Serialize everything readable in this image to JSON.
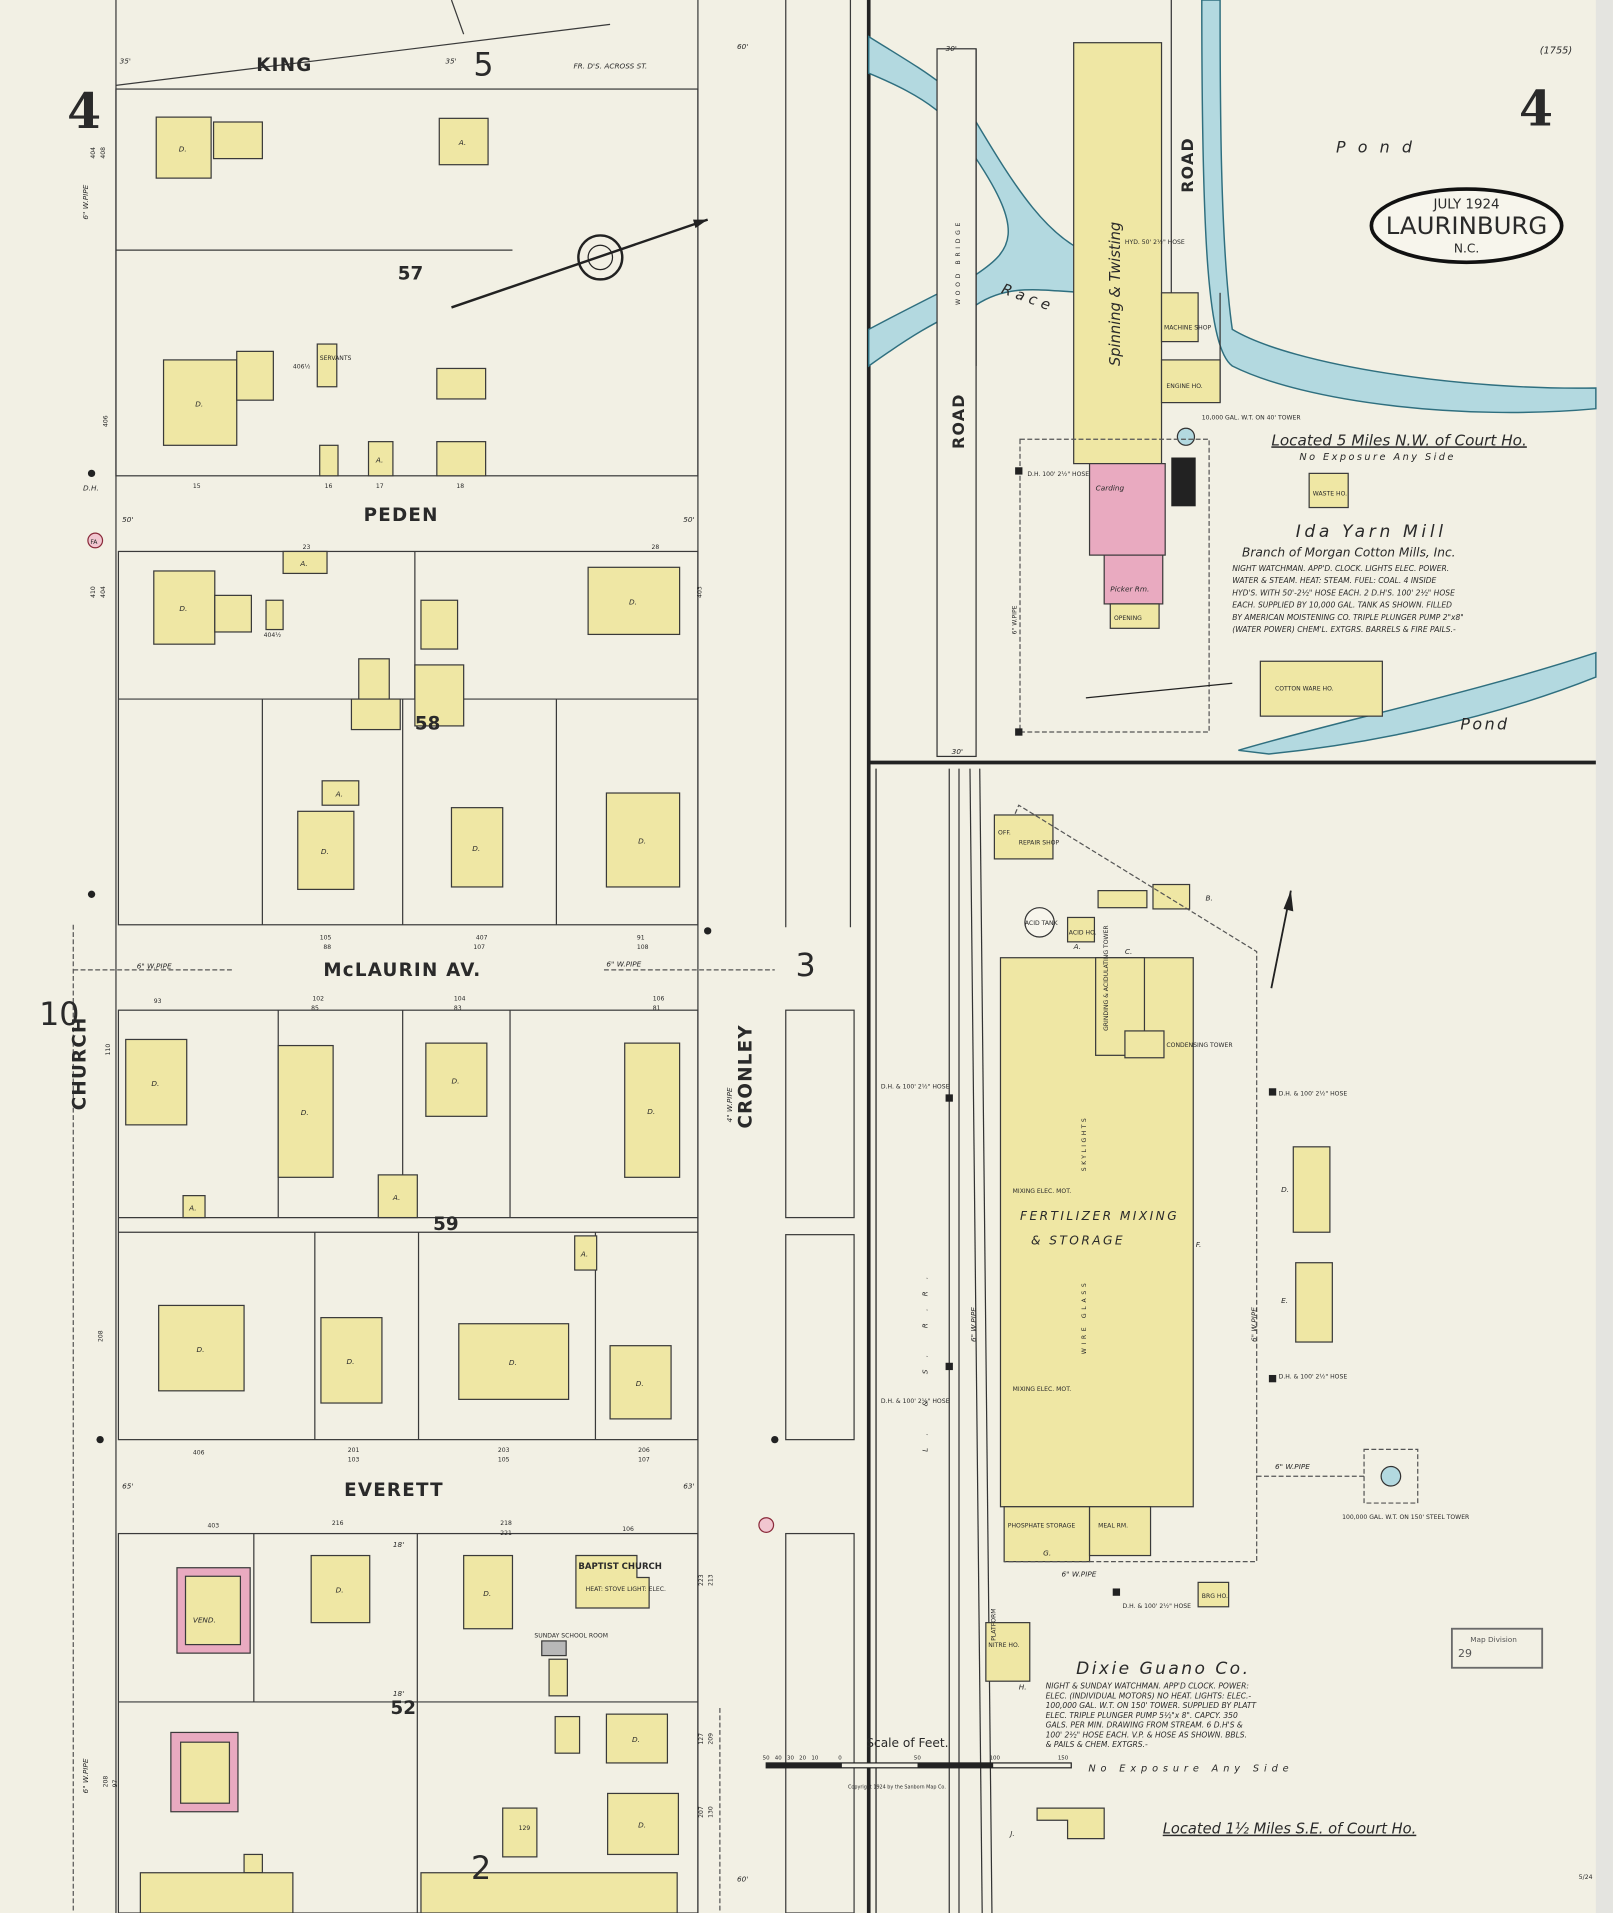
{
  "sheet": {
    "sheet_number": "4",
    "sheet_number_left": "4",
    "index_code": "(1755)",
    "date": "JULY 1924",
    "town": "LAURINBURG",
    "state": "N.C.",
    "corner_mark": "5/24",
    "stamp": {
      "line1": "Map Division",
      "line2": "29"
    }
  },
  "streets": {
    "king": "KING",
    "peden": "PEDEN",
    "mclaurin": "McLAURIN AV.",
    "everett": "EVERETT",
    "church": "CHURCH",
    "cronley": "CRONLEY",
    "road_top": "ROAD",
    "road_left": "ROAD",
    "wood_bridge": "WOOD BRIDGE",
    "race": "Race",
    "pond_top": "Pond",
    "pond_bottom": "Pond",
    "railroad": "L. & S. R.R."
  },
  "block_numbers": {
    "b57": "57",
    "b58": "58",
    "b59": "59",
    "b52": "52"
  },
  "adjoining_sheets": {
    "top": "5",
    "right": "3",
    "left": "10",
    "bottom": "2"
  },
  "street_widths": {
    "w60a": "60'",
    "w60b": "60'",
    "w50a": "50'",
    "w50b": "50'",
    "w35a": "35'",
    "w35b": "35'",
    "w65": "65'",
    "w63": "63'",
    "w30a": "30'",
    "w30b": "30'",
    "w18a": "18'",
    "w18b": "18'"
  },
  "pipes": {
    "p1": "6\" W.PIPE",
    "p2": "6\" W.PIPE",
    "p3": "6\" W.PIPE",
    "p4": "6\" W.PIPE",
    "p5": "4\" W.PIPE",
    "p6": "6\" W.PIPE",
    "p7": "6\" W.PIPE"
  },
  "labels": {
    "dh": "D.H.",
    "fa": "FA",
    "dwelling": "D.",
    "auto": "A.",
    "fr_ds": "FR. D'S. ACROSS ST.",
    "servants": "SERVANTS",
    "vend": "VEND.",
    "baptist_church": "BAPTIST CHURCH",
    "church_note": "HEAT: STOVE  LIGHT: ELEC.",
    "sunday_school": "SUNDAY SCHOOL ROOM"
  },
  "house_numbers": [
    "404",
    "408",
    "406",
    "15",
    "16",
    "17",
    "18",
    "406½",
    "410",
    "404",
    "404½",
    "23",
    "28",
    "403",
    "407",
    "105",
    "88",
    "107",
    "91",
    "108",
    "93",
    "102",
    "85",
    "104",
    "83",
    "106",
    "81",
    "110",
    "406",
    "201",
    "103",
    "203",
    "105",
    "206",
    "107",
    "208",
    "403",
    "216",
    "218",
    "221",
    "106",
    "223",
    "213",
    "127",
    "209",
    "129",
    "207",
    "130",
    "208",
    "97"
  ],
  "ida_mill": {
    "location": "Located 5 Miles N.W. of Court Ho.",
    "exposure": "No Exposure Any Side",
    "name": "Ida Yarn Mill",
    "branch": "Branch of Morgan Cotton Mills, Inc.",
    "notes": [
      "NIGHT WATCHMAN. APP'D. CLOCK. LIGHTS ELEC. POWER.",
      "WATER & STEAM. HEAT: STEAM. FUEL: COAL. 4 INSIDE",
      "HYD'S. WITH 50'-2½\" HOSE EACH. 2 D.H'S. 100' 2½\" HOSE",
      "EACH. SUPPLIED BY 10,000 GAL. TANK AS SHOWN. FILLED",
      "BY AMERICAN MOISTENING CO. TRIPLE PLUNGER PUMP 2\"x8\"",
      "(WATER POWER) CHEM'L. EXTGRS. BARRELS & FIRE PAILS.-"
    ],
    "buildings": {
      "main": "Spinning & Twisting",
      "carding": "Carding",
      "picker": "Picker Rm.",
      "opening": "OPENING",
      "machine_shop": "MACHINE SHOP",
      "engine": "ENGINE HO.",
      "waste": "WASTE HO.",
      "cotton_ware": "COTTON WARE HO.",
      "tank": "10,000 GAL. W.T. ON 40' TOWER",
      "hyd1": "HYD. 50' 2½\" HOSE",
      "dh_hose": "D.H. 100' 2½\" HOSE"
    }
  },
  "dixie": {
    "name": "Dixie Guano Co.",
    "notes": [
      "NIGHT & SUNDAY WATCHMAN. APP'D CLOCK. POWER:",
      "ELEC. (INDIVIDUAL MOTORS) NO HEAT. LIGHTS: ELEC.-",
      "100,000 GAL. W.T. ON 150' TOWER. SUPPLIED BY PLATT",
      "ELEC. TRIPLE PLUNGER PUMP 5½\"x 8\". CAPCY. 350",
      "GALS. PER MIN. DRAWING FROM STREAM. 6 D.H'S &",
      "100' 2½\" HOSE EACH. V.P. & HOSE AS SHOWN. BBLS.",
      "& PAILS & CHEM. EXTGRS.-"
    ],
    "exposure": "No Exposure Any Side",
    "location": "Located 1½ Miles S.E. of Court Ho.",
    "buildings": {
      "main1": "FERTILIZER MIXING",
      "main2": "& STORAGE",
      "skylights": "SKYLIGHTS",
      "wire_glass": "WIRE GLASS",
      "grinding": "GRINDING & ACIDULATING TOWER",
      "phosphate": "PHOSPHATE STORAGE",
      "meal": "MEAL RM.",
      "acid_tank": "ACID TANK",
      "acid_ho": "ACID HO.",
      "off": "OFF.",
      "repair": "REPAIR SHOP",
      "nitre": "NITRE HO.",
      "brg": "BRG HO.",
      "condensing": "CONDENSING TOWER",
      "platform": "PLATFORM",
      "tank": "100,000 GAL. W.T. ON 150' STEEL TOWER",
      "dh": "D.H. & 100' 2½\" HOSE",
      "mixing": "MIXING ELEC. MOT.",
      "letters": [
        "A.",
        "B.",
        "C.",
        "D.",
        "E.",
        "F.",
        "G.",
        "H.",
        "J."
      ]
    }
  },
  "scale": {
    "title": "Scale of Feet.",
    "ticks": [
      "50",
      "40",
      "30",
      "20",
      "10",
      "0",
      "50",
      "100",
      "150"
    ],
    "copyright": "Copyright 1924 by the Sanborn Map Co."
  },
  "colors": {
    "paper": "#f2f0e4",
    "frame": "#efe7a4",
    "brick": "#e9aac0",
    "water": "#b3d9e0",
    "ink": "#2a2a2a"
  }
}
